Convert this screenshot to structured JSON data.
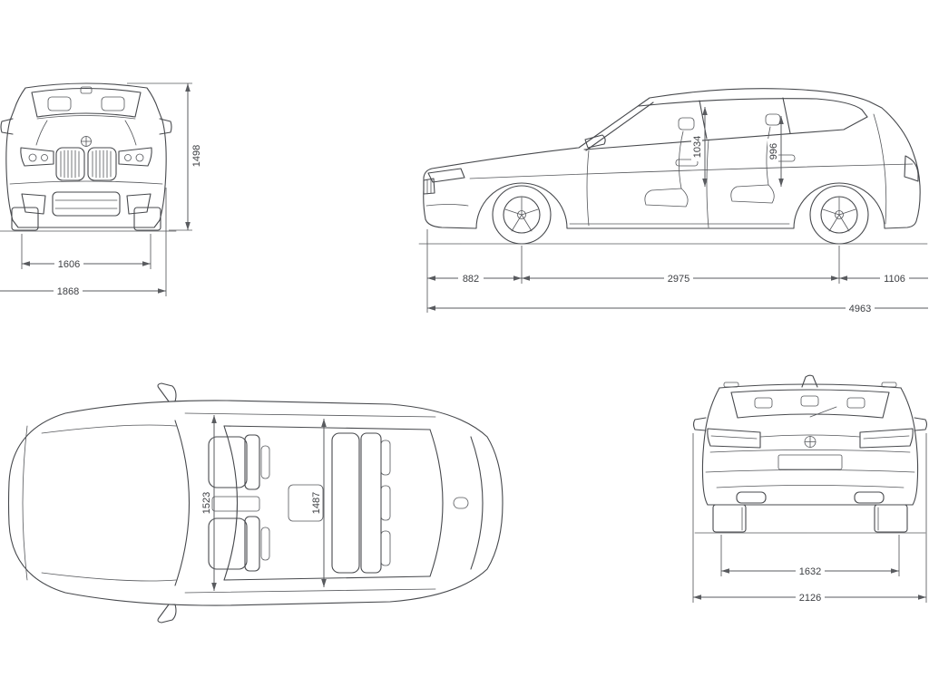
{
  "diagram": {
    "views": {
      "front": {
        "height": "1498",
        "track_width": "1606",
        "body_width": "1868"
      },
      "side": {
        "interior_height_front": "1034",
        "interior_height_rear": "996",
        "front_overhang": "882",
        "wheelbase": "2975",
        "rear_overhang": "1106",
        "overall_length": "4963"
      },
      "top": {
        "interior_width_front": "1523",
        "interior_width_rear": "1487"
      },
      "rear": {
        "rear_track": "1632",
        "width_with_mirrors": "2126"
      }
    },
    "colors": {
      "line": "#47494d",
      "dimension": "#595b5f",
      "text": "#3c3e42",
      "background": "#ffffff"
    }
  }
}
